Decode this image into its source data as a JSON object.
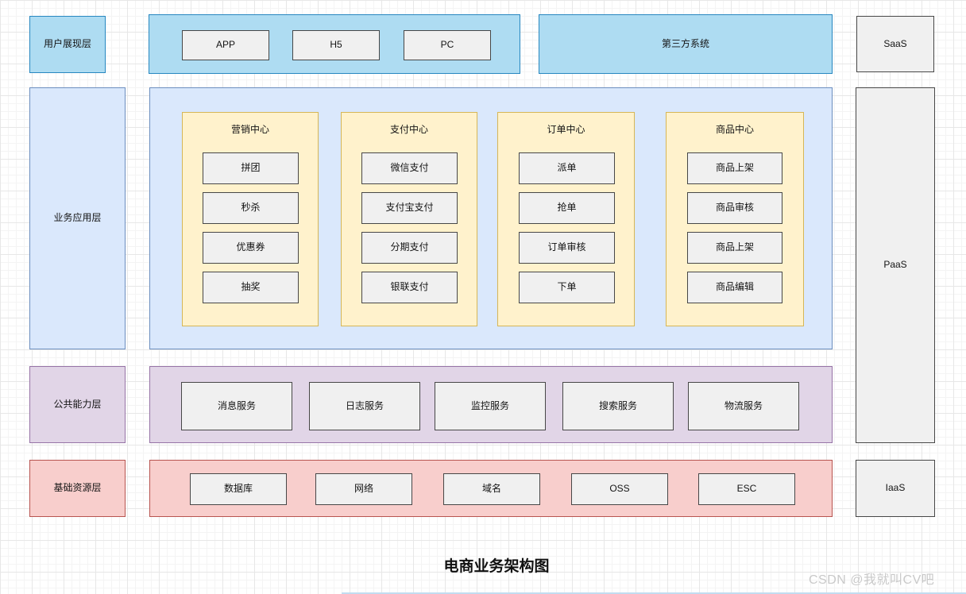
{
  "diagram_title": "电商业务架构图",
  "watermark": "CSDN @我就叫CV吧",
  "colors": {
    "sky_fill": "#AEDCF2",
    "sky_border": "#2787C0",
    "blue_fill": "#DAE8FC",
    "blue_border": "#6C8EBF",
    "yellow_fill": "#FFF2CC",
    "yellow_border": "#D6B656",
    "purple_fill": "#E1D5E7",
    "purple_border": "#9673A6",
    "pink_fill": "#F8CECC",
    "pink_border": "#B85450",
    "node_fill": "#F0F0F0",
    "node_border": "#474747"
  },
  "presentation_layer": {
    "label": "用户展现层",
    "clients": [
      "APP",
      "H5",
      "PC"
    ],
    "third_party": "第三方系统"
  },
  "business_layer": {
    "label": "业务应用层",
    "centers": [
      {
        "title": "营销中心",
        "items": [
          "拼团",
          "秒杀",
          "优惠券",
          "抽奖"
        ]
      },
      {
        "title": "支付中心",
        "items": [
          "微信支付",
          "支付宝支付",
          "分期支付",
          "银联支付"
        ]
      },
      {
        "title": "订单中心",
        "items": [
          "派单",
          "抢单",
          "订单审核",
          "下单"
        ]
      },
      {
        "title": "商品中心",
        "items": [
          "商品上架",
          "商品审核",
          "商品上架",
          "商品编辑"
        ]
      }
    ]
  },
  "common_layer": {
    "label": "公共能力层",
    "services": [
      "消息服务",
      "日志服务",
      "监控服务",
      "搜索服务",
      "物流服务"
    ]
  },
  "infrastructure_layer": {
    "label": "基础资源层",
    "resources": [
      "数据库",
      "网络",
      "域名",
      "OSS",
      "ESC"
    ]
  },
  "cloud_stack": {
    "saas": "SaaS",
    "paas": "PaaS",
    "iaas": "IaaS"
  }
}
